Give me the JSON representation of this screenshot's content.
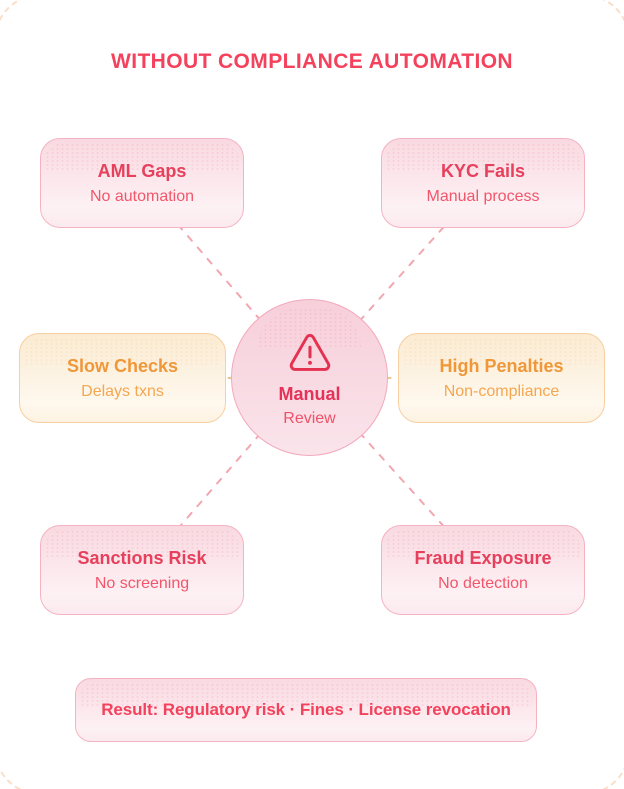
{
  "title": "WITHOUT COMPLIANCE AUTOMATION",
  "hub": {
    "icon": "warning-triangle-icon",
    "label": "Manual",
    "sublabel": "Review"
  },
  "nodes": [
    {
      "id": "aml-gaps",
      "title": "AML Gaps",
      "subtitle": "No automation",
      "variant": "pink",
      "position": "top-left"
    },
    {
      "id": "kyc-fails",
      "title": "KYC Fails",
      "subtitle": "Manual process",
      "variant": "pink",
      "position": "top-right"
    },
    {
      "id": "slow-checks",
      "title": "Slow Checks",
      "subtitle": "Delays txns",
      "variant": "orange",
      "position": "mid-left"
    },
    {
      "id": "high-penalties",
      "title": "High Penalties",
      "subtitle": "Non-compliance",
      "variant": "orange",
      "position": "mid-right"
    },
    {
      "id": "sanctions-risk",
      "title": "Sanctions Risk",
      "subtitle": "No screening",
      "variant": "pink",
      "position": "bottom-left"
    },
    {
      "id": "fraud-exposure",
      "title": "Fraud Exposure",
      "subtitle": "No detection",
      "variant": "pink",
      "position": "bottom-right"
    }
  ],
  "result": {
    "text": "Result: Regulatory risk · Fines · License revocation"
  },
  "colors": {
    "accent_red": "#F4415C",
    "pink_heading": "#E6405C",
    "pink_sub": "#F2566A",
    "pink_border": "#F5B3C2",
    "pink_bg_top": "#F9D9E1",
    "pink_bg_bottom": "#FDF1F4",
    "orange_heading": "#EF9739",
    "orange_sub": "#F5A74F",
    "orange_border": "#F7CFA0",
    "orange_bg_top": "#FBEBD2",
    "orange_bg_bottom": "#FEF8EE",
    "circle_border": "#F3A9BC",
    "circle_bg_top": "#F7CFDA",
    "circle_bg_bottom": "#FAE4EB",
    "hub_heading": "#E63158",
    "hub_sub": "#F05168",
    "connector_pink": "#F2A6B0",
    "connector_orange": "#F4C28E",
    "frame_dash": "#F9D4B4",
    "warning_icon": "#E4314F"
  }
}
